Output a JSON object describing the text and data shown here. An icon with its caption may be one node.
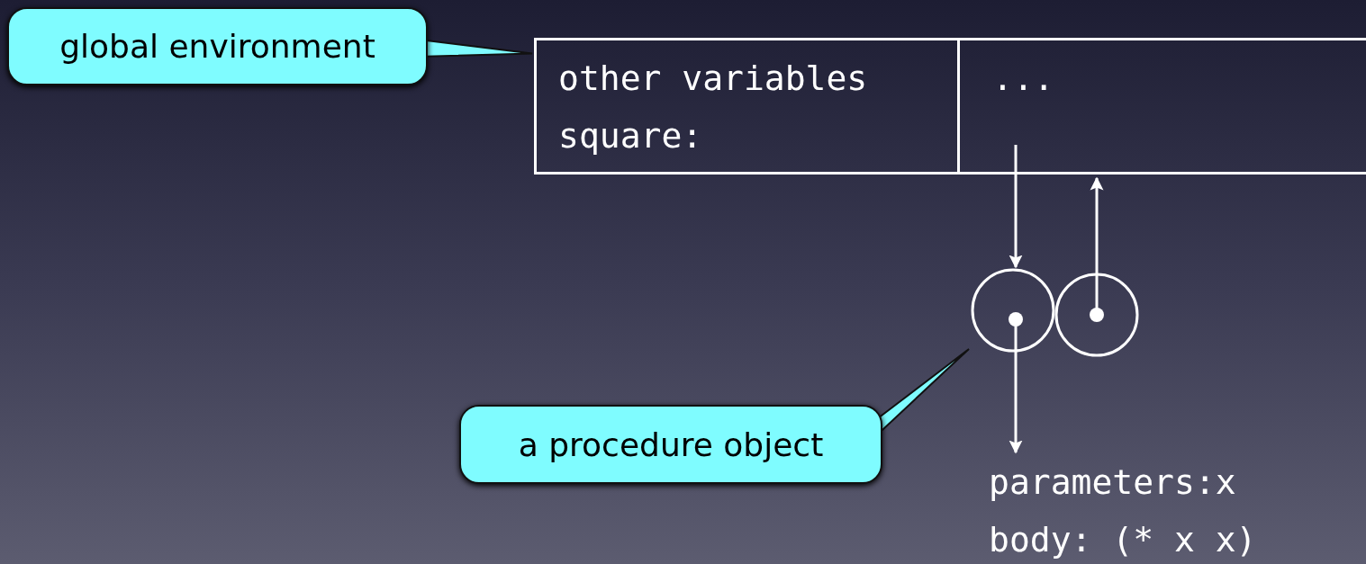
{
  "diagram": {
    "nodes": [
      {
        "text": [
          "global environment"
        ]
      },
      {
        "text": [],
        "shape": "box"
      },
      {
        "text": [
          "other variables",
          "square:"
        ],
        "in": 1
      },
      {
        "text": [
          "..."
        ],
        "in": 1
      },
      {
        "text": [],
        "shape": "circle"
      },
      {
        "text": [],
        "shape": "circle"
      },
      {
        "text": [
          "a procedure object"
        ]
      },
      {
        "text": [
          "parameters:x",
          "body: (* x x)"
        ]
      }
    ],
    "edges": [
      {
        "from": 0,
        "to": 1,
        "arrow": "none"
      },
      {
        "from": 3,
        "to": 4,
        "arrow": "to"
      },
      {
        "from": 5,
        "to": 1,
        "arrow": "to"
      },
      {
        "from": 4,
        "to": 7,
        "arrow": "to"
      },
      {
        "from": 6,
        "to": 4,
        "arrow": "none"
      }
    ]
  }
}
